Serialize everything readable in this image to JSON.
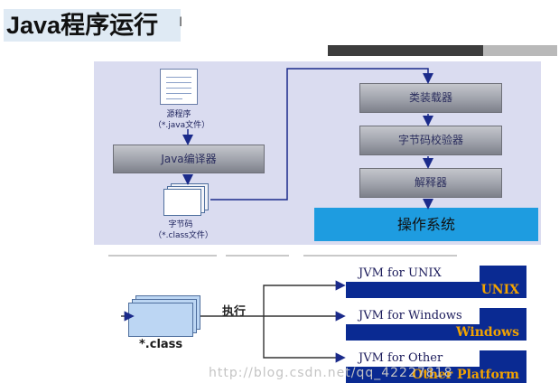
{
  "title": "Java程序运行",
  "top_diagram": {
    "source_file": {
      "name": "源程序",
      "ext": "（*.java文件）"
    },
    "compiler": "Java编译器",
    "bytecode": {
      "name": "字节码",
      "ext": "（*.class文件）"
    },
    "jvm_steps": [
      "类装载器",
      "字节码校验器",
      "解释器"
    ],
    "os": "操作系统"
  },
  "bottom_diagram": {
    "class_label": "*.class",
    "exec_label": "执行",
    "jvms": [
      {
        "jvm": "JVM for UNIX",
        "platform": "UNIX"
      },
      {
        "jvm": "JVM for Windows",
        "platform": "Windows"
      },
      {
        "jvm": "JVM for Other",
        "platform": "Other Platform"
      }
    ]
  },
  "watermark": "http://blog.csdn.net/qq_42227818"
}
